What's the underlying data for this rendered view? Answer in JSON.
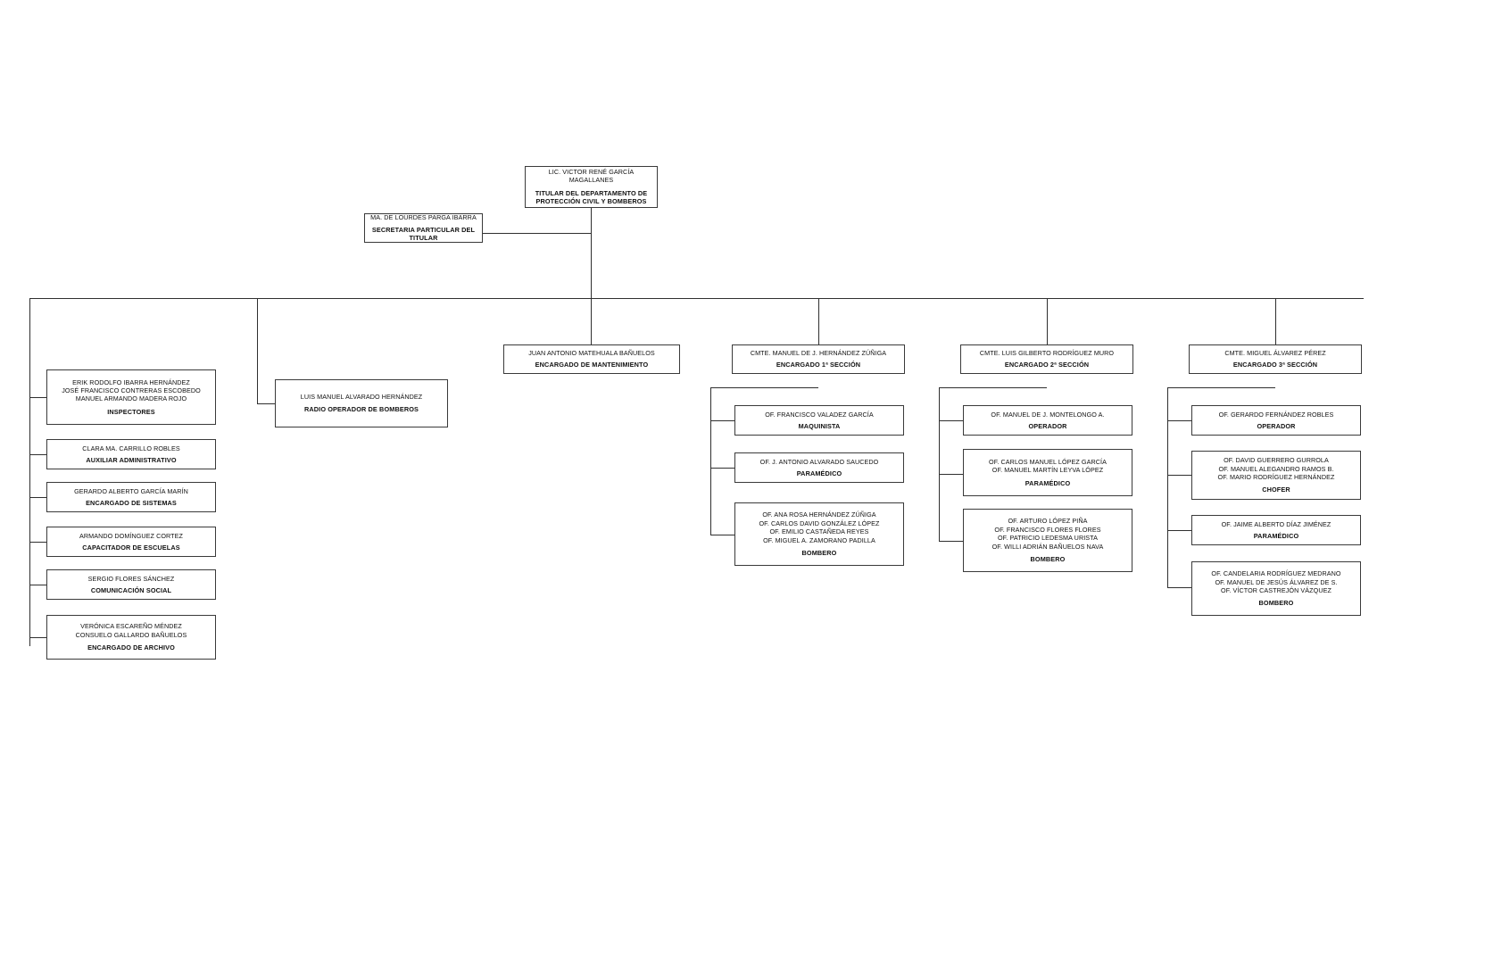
{
  "chart_meta": {
    "type": "org-chart",
    "title": "Organigrama Departamento de Protección Civil y Bomberos",
    "orientation": "top-down",
    "line_color": "#2f2f2f",
    "box_border_color": "#3a3a3a",
    "background": "#ffffff"
  },
  "nodes": {
    "head": {
      "names": "LIC. VICTOR RENÉ GARCÍA MAGALLANES",
      "title": "TITULAR DEL DEPARTAMENTO DE\nPROTECCIÓN CIVIL Y BOMBEROS"
    },
    "secretary": {
      "names": "MA. DE LOURDES PARGA IBARRA",
      "title": "SECRETARIA PARTICULAR DEL TITULAR"
    },
    "inspectors": {
      "names": "ERIK RODOLFO IBARRA HERNÁNDEZ\nJOSÉ FRANCISCO CONTRERAS ESCOBEDO\nMANUEL ARMANDO MADERA ROJO",
      "title": "INSPECTORES"
    },
    "admin_aux": {
      "names": "CLARA MA. CARRILLO ROBLES",
      "title": "AUXILIAR ADMINISTRATIVO"
    },
    "systems": {
      "names": "GERARDO ALBERTO GARCÍA MARÍN",
      "title": "ENCARGADO DE SISTEMAS"
    },
    "schools_trainer": {
      "names": "ARMANDO DOMÍNGUEZ CORTEZ",
      "title": "CAPACITADOR DE ESCUELAS"
    },
    "social_comm": {
      "names": "SERGIO FLORES SÁNCHEZ",
      "title": "COMUNICACIÓN SOCIAL"
    },
    "archive": {
      "names": "VERÓNICA ESCAREÑO MÉNDEZ\nCONSUELO GALLARDO BAÑUELOS",
      "title": "ENCARGADO DE ARCHIVO"
    },
    "radio_operator": {
      "names": "LUIS MANUEL ALVARADO HERNÁNDEZ",
      "title": "RADIO OPERADOR DE BOMBEROS"
    },
    "maintenance": {
      "names": "JUAN ANTONIO MATEHUALA BAÑUELOS",
      "title": "ENCARGADO DE MANTENIMIENTO"
    },
    "section1_head": {
      "names": "CMTE. MANUEL DE J. HERNÁNDEZ ZÚÑIGA",
      "title": "ENCARGADO 1ª SECCIÓN"
    },
    "section1_machinist": {
      "names": "OF. FRANCISCO VALADEZ GARCÍA",
      "title": "MAQUINISTA"
    },
    "section1_paramedic": {
      "names": "OF. J. ANTONIO ALVARADO SAUCEDO",
      "title": "PARAMÉDICO"
    },
    "section1_firefighters": {
      "names": "OF. ANA ROSA HERNÁNDEZ ZÚÑIGA\nOF. CARLOS DAVID GONZÁLEZ LÓPEZ\nOF. EMILIO CASTAÑEDA REYES\nOF. MIGUEL A. ZAMORANO PADILLA",
      "title": "BOMBERO"
    },
    "section2_head": {
      "names": "CMTE. LUIS GILBERTO RODRÍGUEZ MURO",
      "title": "ENCARGADO 2ª SECCIÓN"
    },
    "section2_operator": {
      "names": "OF. MANUEL DE J. MONTELONGO A.",
      "title": "OPERADOR"
    },
    "section2_paramedic": {
      "names": "OF. CARLOS MANUEL LÓPEZ GARCÍA\nOF. MANUEL MARTÍN LEYVA LÓPEZ",
      "title": "PARAMÉDICO"
    },
    "section2_firefighters": {
      "names": "OF. ARTURO LÓPEZ PIÑA\nOF. FRANCISCO FLORES FLORES\nOF. PATRICIO LEDESMA URISTA\nOF. WILLI ADRIÁN BAÑUELOS NAVA",
      "title": "BOMBERO"
    },
    "section3_head": {
      "names": "CMTE. MIGUEL ÁLVAREZ PÉREZ",
      "title": "ENCARGADO 3ª SECCIÓN"
    },
    "section3_operator": {
      "names": "OF. GERARDO FERNÁNDEZ ROBLES",
      "title": "OPERADOR"
    },
    "section3_driver": {
      "names": "OF. DAVID GUERRERO GURROLA\nOF. MANUEL ALEGANDRO RAMOS B.\nOF. MARIO RODRÍGUEZ HERNÁNDEZ",
      "title": "CHOFER"
    },
    "section3_paramedic": {
      "names": "OF. JAIME ALBERTO DÍAZ JIMÉNEZ",
      "title": "PARAMÉDICO"
    },
    "section3_firefighters": {
      "names": "OF. CANDELARIA RODRÍGUEZ MEDRANO\nOF. MANUEL DE JESÚS ÁLVAREZ DE S.\nOF. VÍCTOR CASTREJÓN VÁZQUEZ",
      "title": "BOMBERO"
    }
  }
}
